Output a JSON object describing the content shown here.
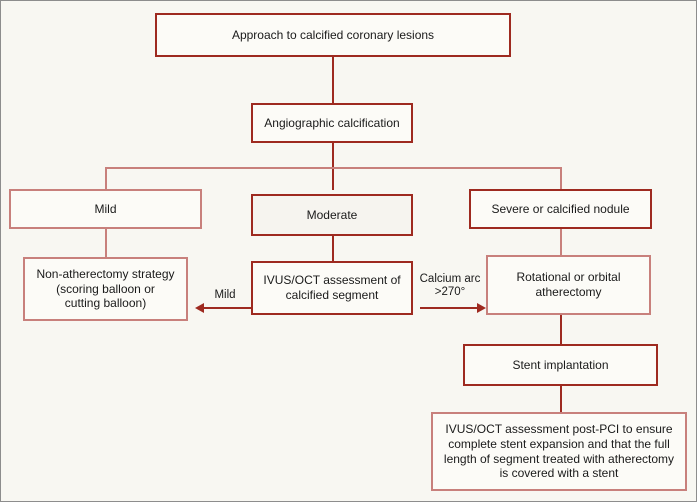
{
  "figure": {
    "background_color": "#f8f7f2",
    "border_color": "#8d8d8d",
    "accent_color_light": "#c8807c",
    "accent_color_dark": "#9e2a20"
  },
  "nodes": {
    "root": {
      "label": "Approach to calcified coronary lesions"
    },
    "angiographic": {
      "label": "Angiographic calcification"
    },
    "mild": {
      "label": "Mild"
    },
    "moderate": {
      "label": "Moderate"
    },
    "severe": {
      "label": "Severe or calcified nodule"
    },
    "non_atherectomy": {
      "line1": "Non-atherectomy strategy",
      "line2": "(scoring balloon or",
      "line3": "cutting balloon)"
    },
    "ivus_oct_assessment": {
      "line1": "IVUS/OCT assessment of",
      "line2": "calcified segment"
    },
    "atherectomy": {
      "line1": "Rotational or orbital",
      "line2": "atherectomy"
    },
    "stent": {
      "label": "Stent implantation"
    },
    "post_pci": {
      "line1": "IVUS/OCT assessment post-PCI to ensure",
      "line2": "complete stent expansion and that the full",
      "line3": "length of segment treated with atherectomy",
      "line4": "is covered with a stent"
    }
  },
  "edge_labels": {
    "mild_branch": {
      "text": "Mild"
    },
    "calcium_arc": {
      "line1": "Calcium",
      "line2": "arc >270°"
    }
  }
}
